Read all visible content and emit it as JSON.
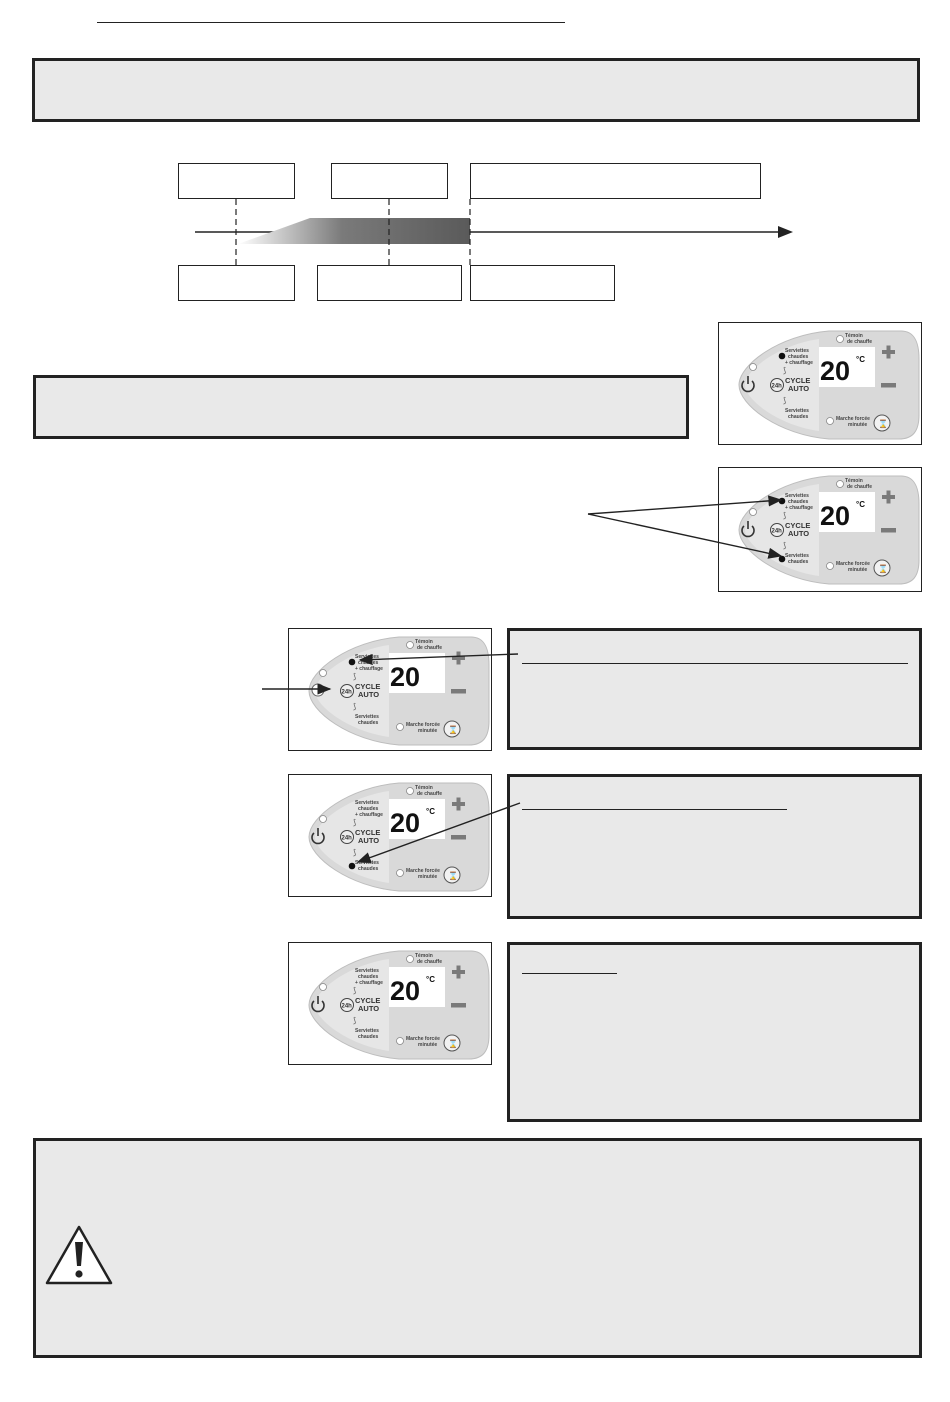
{
  "panel": {
    "temoin_label": "Témoin",
    "temoin_label2": "de chauffe",
    "mode1_line1": "Serviettes",
    "mode1_line2": "chaudes",
    "mode1_line3": "+ chauffage",
    "cycle_badge": "24h",
    "cycle_line1": "CYCLE",
    "cycle_line2": "AUTO",
    "mode2_line1": "Serviettes",
    "mode2_line2": "chaudes",
    "temperature": "20",
    "unit": "°C",
    "plus": "+",
    "minus": "−",
    "forced_line1": "Marche forcée",
    "forced_line2": "minutée"
  },
  "instances": [
    {
      "id": "panel-a",
      "temperature": "20",
      "unit": "°C",
      "power_icon": "power-icon",
      "dots": [
        "mode1"
      ]
    },
    {
      "id": "panel-b",
      "temperature": "20",
      "unit": "°C",
      "power_icon": "power-icon",
      "dots": [
        "mode1",
        "mode2"
      ]
    },
    {
      "id": "panel-c",
      "temperature": "20",
      "unit": "",
      "power_icon": "power-icon-outline",
      "dots": [
        "mode1"
      ]
    },
    {
      "id": "panel-d",
      "temperature": "20",
      "unit": "°C",
      "power_icon": "power-icon",
      "dots": [
        "mode2"
      ]
    },
    {
      "id": "panel-e",
      "temperature": "20",
      "unit": "°C",
      "power_icon": "power-icon",
      "dots": []
    }
  ],
  "icons": {
    "warning": "warning-triangle-icon",
    "timeline_arrow": "arrow-right-icon"
  },
  "colors": {
    "box_fill": "#e9e9e9",
    "border": "#222222",
    "ramp": "#6a6a6a",
    "panel_body": "#d9d9d9",
    "panel_lcd": "#ffffff"
  }
}
